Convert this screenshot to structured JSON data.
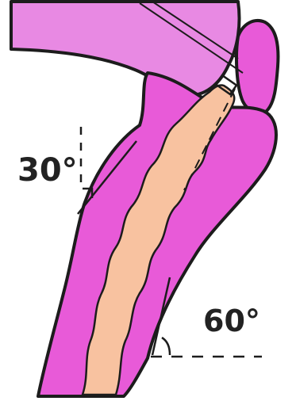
{
  "labels": {
    "upper_angle": "30°",
    "lower_angle": "60°"
  },
  "angles_deg": {
    "upper": 30,
    "lower": 60
  },
  "colors": {
    "background": "#ffffff",
    "tissue": "#e85ad8",
    "tissue_light": "#e889e3",
    "core": "#f8c2a0",
    "outline": "#1c1c1c",
    "ink": "#222222"
  }
}
